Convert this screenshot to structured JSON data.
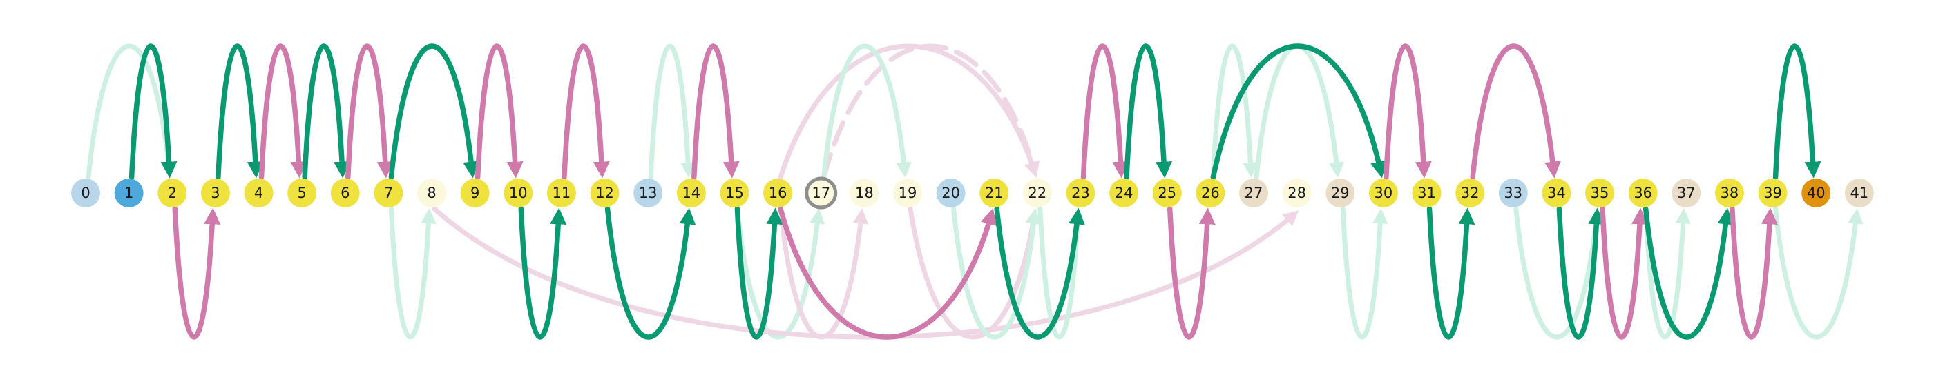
{
  "colors": {
    "green": "#0a9a72",
    "pink": "#cf7aab",
    "green_faded": "#cdf0e3",
    "pink_faded": "#efd6e5",
    "node_yellow": "#efe23f",
    "node_blue_light": "#b8d6ea",
    "node_blue": "#4ea8dc",
    "node_cream": "#fbf8dc",
    "node_beige": "#eaddc7",
    "node_orange": "#df9210",
    "current_ring": "#8e8e8e"
  },
  "nodes": [
    {
      "label": "0",
      "fill": "node_blue_light"
    },
    {
      "label": "1",
      "fill": "node_blue"
    },
    {
      "label": "2",
      "fill": "node_yellow"
    },
    {
      "label": "3",
      "fill": "node_yellow"
    },
    {
      "label": "4",
      "fill": "node_yellow"
    },
    {
      "label": "5",
      "fill": "node_yellow"
    },
    {
      "label": "6",
      "fill": "node_yellow"
    },
    {
      "label": "7",
      "fill": "node_yellow"
    },
    {
      "label": "8",
      "fill": "node_cream"
    },
    {
      "label": "9",
      "fill": "node_yellow"
    },
    {
      "label": "10",
      "fill": "node_yellow"
    },
    {
      "label": "11",
      "fill": "node_yellow"
    },
    {
      "label": "12",
      "fill": "node_yellow"
    },
    {
      "label": "13",
      "fill": "node_blue_light"
    },
    {
      "label": "14",
      "fill": "node_yellow"
    },
    {
      "label": "15",
      "fill": "node_yellow"
    },
    {
      "label": "16",
      "fill": "node_yellow"
    },
    {
      "label": "17",
      "fill": "node_cream",
      "current": true
    },
    {
      "label": "18",
      "fill": "node_cream"
    },
    {
      "label": "19",
      "fill": "node_cream"
    },
    {
      "label": "20",
      "fill": "node_blue_light"
    },
    {
      "label": "21",
      "fill": "node_yellow"
    },
    {
      "label": "22",
      "fill": "node_cream"
    },
    {
      "label": "23",
      "fill": "node_yellow"
    },
    {
      "label": "24",
      "fill": "node_yellow"
    },
    {
      "label": "25",
      "fill": "node_yellow"
    },
    {
      "label": "26",
      "fill": "node_yellow"
    },
    {
      "label": "27",
      "fill": "node_beige"
    },
    {
      "label": "28",
      "fill": "node_cream"
    },
    {
      "label": "29",
      "fill": "node_beige"
    },
    {
      "label": "30",
      "fill": "node_yellow"
    },
    {
      "label": "31",
      "fill": "node_yellow"
    },
    {
      "label": "32",
      "fill": "node_yellow"
    },
    {
      "label": "33",
      "fill": "node_blue_light"
    },
    {
      "label": "34",
      "fill": "node_yellow"
    },
    {
      "label": "35",
      "fill": "node_yellow"
    },
    {
      "label": "36",
      "fill": "node_yellow"
    },
    {
      "label": "37",
      "fill": "node_beige"
    },
    {
      "label": "38",
      "fill": "node_yellow"
    },
    {
      "label": "39",
      "fill": "node_yellow"
    },
    {
      "label": "40",
      "fill": "node_orange"
    },
    {
      "label": "41",
      "fill": "node_beige"
    }
  ],
  "arcs": [
    {
      "from": 0,
      "to": 2,
      "side": "top",
      "color": "green_faded"
    },
    {
      "from": 1,
      "to": 2,
      "side": "top",
      "color": "green"
    },
    {
      "from": 2,
      "to": 3,
      "side": "bottom",
      "color": "pink"
    },
    {
      "from": 3,
      "to": 4,
      "side": "top",
      "color": "green"
    },
    {
      "from": 4,
      "to": 5,
      "side": "top",
      "color": "pink"
    },
    {
      "from": 5,
      "to": 6,
      "side": "top",
      "color": "green"
    },
    {
      "from": 6,
      "to": 7,
      "side": "top",
      "color": "pink"
    },
    {
      "from": 7,
      "to": 8,
      "side": "bottom",
      "color": "green_faded"
    },
    {
      "from": 7,
      "to": 9,
      "side": "top",
      "color": "green"
    },
    {
      "from": 9,
      "to": 10,
      "side": "top",
      "color": "pink"
    },
    {
      "from": 10,
      "to": 11,
      "side": "bottom",
      "color": "green"
    },
    {
      "from": 11,
      "to": 12,
      "side": "top",
      "color": "pink"
    },
    {
      "from": 12,
      "to": 14,
      "side": "bottom",
      "color": "green"
    },
    {
      "from": 13,
      "to": 14,
      "side": "top",
      "color": "green_faded"
    },
    {
      "from": 14,
      "to": 15,
      "side": "top",
      "color": "pink"
    },
    {
      "from": 15,
      "to": 16,
      "side": "bottom",
      "color": "green"
    },
    {
      "from": 15,
      "to": 17,
      "side": "bottom",
      "color": "green_faded"
    },
    {
      "from": 8,
      "to": 28,
      "side": "bottom",
      "color": "pink_faded"
    },
    {
      "from": 16,
      "to": 22,
      "side": "top",
      "color": "pink_faded"
    },
    {
      "from": 17,
      "to": 22,
      "side": "top",
      "color": "pink_faded",
      "dashed": true
    },
    {
      "from": 17,
      "to": 19,
      "side": "top",
      "color": "green_faded"
    },
    {
      "from": 16,
      "to": 18,
      "side": "bottom",
      "color": "pink_faded"
    },
    {
      "from": 16,
      "to": 21,
      "side": "bottom",
      "color": "pink"
    },
    {
      "from": 19,
      "to": 22,
      "side": "bottom",
      "color": "pink_faded"
    },
    {
      "from": 20,
      "to": 22,
      "side": "bottom",
      "color": "green_faded"
    },
    {
      "from": 22,
      "to": 23,
      "side": "bottom",
      "color": "green_faded"
    },
    {
      "from": 21,
      "to": 23,
      "side": "bottom",
      "color": "green"
    },
    {
      "from": 23,
      "to": 24,
      "side": "top",
      "color": "pink"
    },
    {
      "from": 24,
      "to": 25,
      "side": "top",
      "color": "green"
    },
    {
      "from": 25,
      "to": 26,
      "side": "bottom",
      "color": "pink"
    },
    {
      "from": 26,
      "to": 27,
      "side": "top",
      "color": "green_faded"
    },
    {
      "from": 27,
      "to": 29,
      "side": "top",
      "color": "green_faded"
    },
    {
      "from": 26,
      "to": 30,
      "side": "top",
      "color": "green"
    },
    {
      "from": 29,
      "to": 30,
      "side": "bottom",
      "color": "green_faded"
    },
    {
      "from": 30,
      "to": 31,
      "side": "top",
      "color": "pink"
    },
    {
      "from": 31,
      "to": 32,
      "side": "bottom",
      "color": "green"
    },
    {
      "from": 32,
      "to": 34,
      "side": "top",
      "color": "pink"
    },
    {
      "from": 33,
      "to": 35,
      "side": "bottom",
      "color": "green_faded"
    },
    {
      "from": 34,
      "to": 35,
      "side": "bottom",
      "color": "green"
    },
    {
      "from": 35,
      "to": 36,
      "side": "bottom",
      "color": "pink"
    },
    {
      "from": 36,
      "to": 37,
      "side": "bottom",
      "color": "green_faded"
    },
    {
      "from": 36,
      "to": 38,
      "side": "bottom",
      "color": "green"
    },
    {
      "from": 38,
      "to": 39,
      "side": "bottom",
      "color": "pink"
    },
    {
      "from": 39,
      "to": 40,
      "side": "top",
      "color": "green"
    },
    {
      "from": 39,
      "to": 41,
      "side": "bottom",
      "color": "green_faded"
    }
  ]
}
